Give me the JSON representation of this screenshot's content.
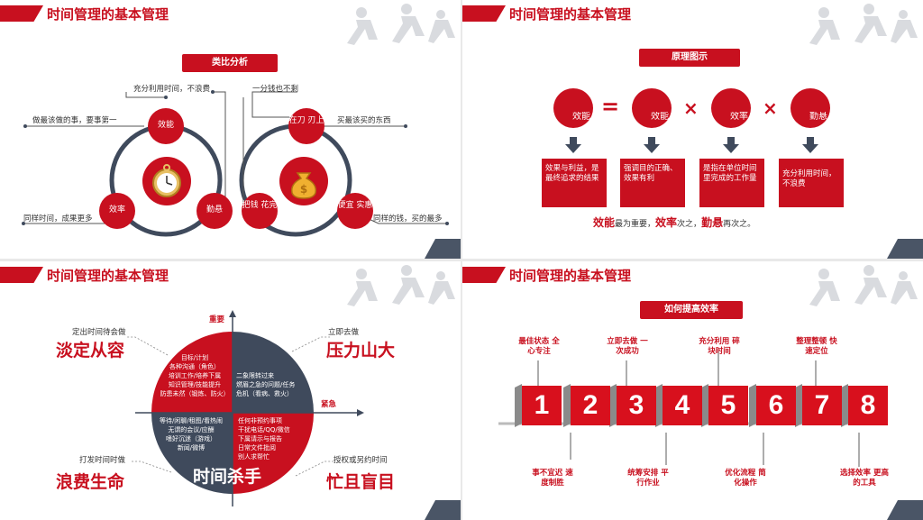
{
  "header_title": "时间管理的基本管理",
  "slide1": {
    "pill": "类比分析",
    "labels": [
      "充分利用时间，不浪费",
      "做最该做的事，要事第一",
      "同样时间，成果更多",
      "一分钱也不剩",
      "买最该买的东西",
      "同样的钱，买的最多"
    ],
    "left_circles": [
      "效能",
      "效率",
      "勤悬"
    ],
    "right_circles": [
      "在刀 刃上",
      "把钱 花完",
      "便宜 实惠"
    ]
  },
  "slide2": {
    "pill": "原理图示",
    "circles": [
      "效能",
      "效能",
      "效率",
      "勤悬"
    ],
    "operators": [
      "=",
      "×",
      "×"
    ],
    "boxes": [
      "效果与利益，是最终追求的结果",
      "强调目的正确、效果有利",
      "是指在单位时间里完成的工作量",
      "充分利用时间，不浪费"
    ],
    "summary": {
      "w1": "效能",
      "t1": "最为重要，",
      "w2": "效率",
      "t2": "次之，",
      "w3": "勤悬",
      "t3": "再次之。"
    }
  },
  "slide3": {
    "axis_top": "重要",
    "axis_right": "紧急",
    "q1_title": "定出时间待会做",
    "q1_big": "淡定从容",
    "q2_title": "立即去做",
    "q2_big": "压力山大",
    "q3_title": "打发时间时做",
    "q3_big": "浪费生命",
    "q4_title": "授权或另约时间",
    "q4_big": "忙且盲目",
    "tl_text": [
      "目标/计划",
      "各种沟通（角色）",
      "培训工作/培养下属",
      "知识管理/技能提升",
      "防患未然（锻炼、防火）"
    ],
    "tr_text": [
      "二象限转过来",
      "燃眉之急的问题/任务",
      "危机（看病、救火）"
    ],
    "bl_text": [
      "等待/闲聊/租图/看热闹",
      "无谓的会议/应酬",
      "嗜好沉迷（游戏）",
      "新闻/微博"
    ],
    "br_text": [
      "任何非预约事项",
      "干扰电话/QQ/微信",
      "下属请示与报告",
      "日常文件批阅",
      "别人求帮忙"
    ],
    "center_big": "时间杀手"
  },
  "slide4": {
    "pill": "如何提高效率",
    "numbers": [
      "1",
      "2",
      "3",
      "4",
      "5",
      "6",
      "7",
      "8"
    ],
    "top_labels": [
      "最佳状态 全心专注",
      "立即去做 一次成功",
      "充分利用 碎块时间",
      "整理整顿 快速定位"
    ],
    "bottom_labels": [
      "事不宜迟 速度制胜",
      "统筹安排 平行作业",
      "优化流程 简化操作",
      "选择效率 更高的工具"
    ]
  },
  "colors": {
    "red": "#c8101f",
    "navy": "#3f4a5c",
    "grey": "#4a5566"
  }
}
